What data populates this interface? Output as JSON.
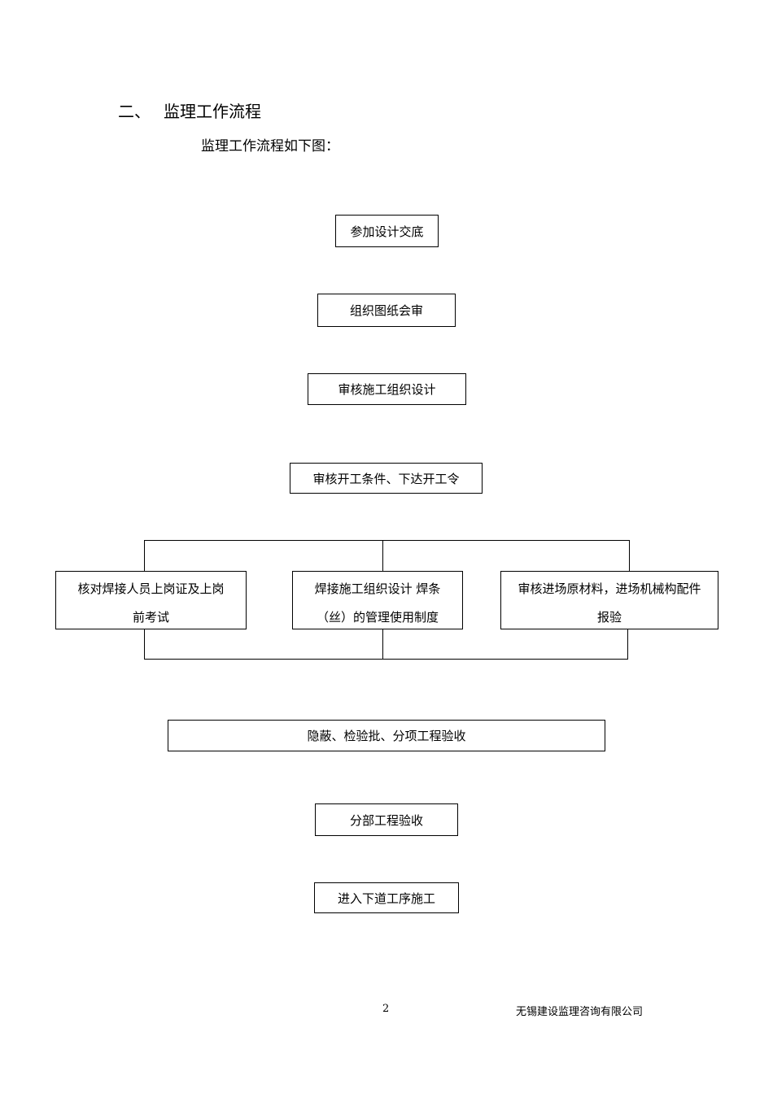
{
  "section": {
    "number": "二、",
    "title": "监理工作流程",
    "intro": "监理工作流程如下图："
  },
  "flow": {
    "step1": "参加设计交底",
    "step2": "组织图纸会审",
    "step3": "审核施工组织设计",
    "step4": "审核开工条件、下达开工令",
    "branch_left": {
      "line1": "核对焊接人员上岗证及上岗",
      "line2": "前考试"
    },
    "branch_middle": {
      "line1": "焊接施工组织设计 焊条",
      "line2": "（丝）的管理使用制度"
    },
    "branch_right": {
      "line1": "审核进场原材料，进场机械构配件",
      "line2": "报验"
    },
    "step5": "隐蔽、检验批、分项工程验收",
    "step6": "分部工程验收",
    "step7": "进入下道工序施工"
  },
  "footer": {
    "page_number": "2",
    "company": "无锡建设监理咨询有限公司"
  }
}
